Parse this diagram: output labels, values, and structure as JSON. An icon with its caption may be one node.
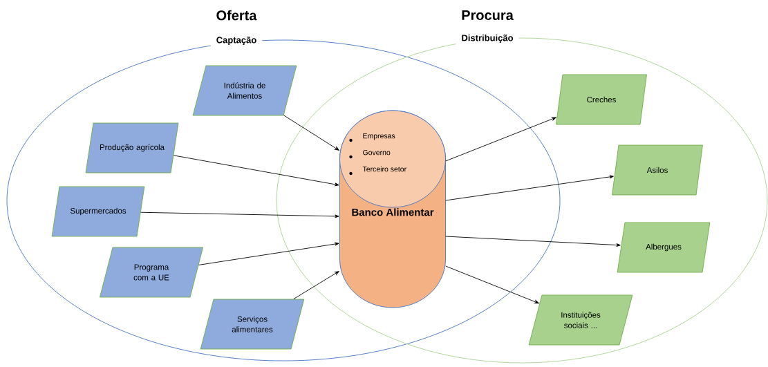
{
  "diagram": {
    "nodes": [
      {
        "text": [
          "Oferta",
          "Captação"
        ]
      },
      {
        "text": [
          "Procura",
          "Distribuição"
        ]
      },
      {
        "text": [
          "Indústria de Alimentos"
        ],
        "in": 0
      },
      {
        "text": [
          "Produção agrícola"
        ],
        "in": 0
      },
      {
        "text": [
          "Supermercados"
        ],
        "in": 0
      },
      {
        "text": [
          "Programa com a UE"
        ],
        "in": 0
      },
      {
        "text": [
          "Serviços alimentares"
        ],
        "in": 0
      },
      {
        "text": [
          "Empresas",
          "Governo",
          "Terceiro setor",
          "Banco Alimentar"
        ]
      },
      {
        "text": [
          "Creches"
        ],
        "in": 1
      },
      {
        "text": [
          "Asilos"
        ],
        "in": 1
      },
      {
        "text": [
          "Albergues"
        ],
        "in": 1
      },
      {
        "text": [
          "Instituições sociais ..."
        ],
        "in": 1
      }
    ],
    "edges": [
      {
        "from": 2,
        "to": 7,
        "arrow": "to"
      },
      {
        "from": 3,
        "to": 7,
        "arrow": "to"
      },
      {
        "from": 4,
        "to": 7,
        "arrow": "to"
      },
      {
        "from": 5,
        "to": 7,
        "arrow": "to"
      },
      {
        "from": 6,
        "to": 7,
        "arrow": "to"
      },
      {
        "from": 7,
        "to": 8,
        "arrow": "to"
      },
      {
        "from": 7,
        "to": 9,
        "arrow": "to"
      },
      {
        "from": 7,
        "to": 10,
        "arrow": "to"
      },
      {
        "from": 7,
        "to": 11,
        "arrow": "to"
      }
    ]
  }
}
